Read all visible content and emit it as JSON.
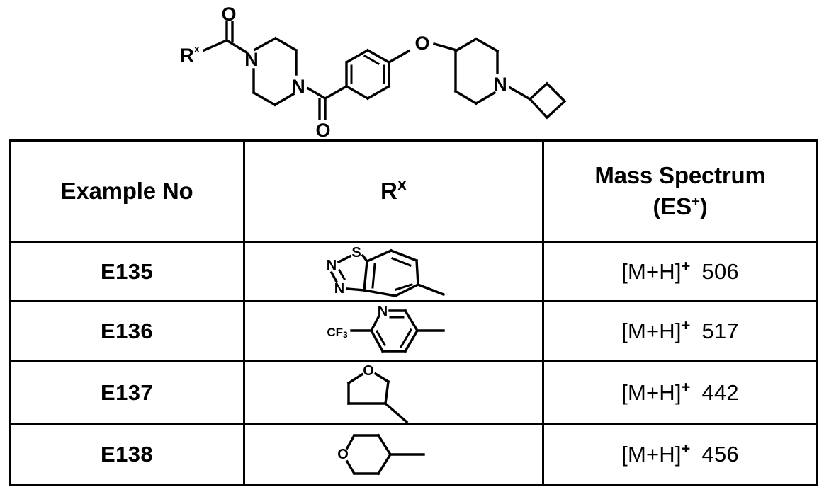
{
  "document": {
    "type": "patent-table-page",
    "background_color": "#ffffff",
    "ink_color": "#000000"
  },
  "scheme": {
    "name": "generic-structure-diagram",
    "description": "Rx-C(=O)-piperazine-C(=O)-phenyl-O-piperidine-N-cyclobutyl",
    "labels": {
      "r_group": "R",
      "r_group_superscript": "x",
      "oxygen_top": "O",
      "nitrogen_left": "N",
      "nitrogen_right": "N",
      "oxygen_bottom": "O",
      "ether_oxygen": "O",
      "piperidine_nitrogen": "N"
    }
  },
  "table": {
    "columns": [
      {
        "key": "example_no",
        "label": "Example No",
        "superscript": ""
      },
      {
        "key": "rx",
        "label": "R",
        "superscript": "X"
      },
      {
        "key": "mass_spectrum",
        "label": "Mass Spectrum",
        "sublabel_prefix": "(ES",
        "sublabel_superscript": "+",
        "sublabel_suffix": ")"
      }
    ],
    "rows": [
      {
        "example_no": "E135",
        "rx_structure": "5-methyl-benzo[1,2,3]thiadiazol-?-yl",
        "rx_atoms": [
          "S",
          "N",
          "N"
        ],
        "mass_species": "[M+H]",
        "mass_charge": "+",
        "mass_value": "506"
      },
      {
        "example_no": "E136",
        "rx_structure": "6-trifluoromethyl-pyridin-3-yl-methyl",
        "rx_atoms": [
          "N"
        ],
        "rx_substituent": "CF",
        "rx_substituent_sub": "3",
        "mass_species": "[M+H]",
        "mass_charge": "+",
        "mass_value": "517"
      },
      {
        "example_no": "E137",
        "rx_structure": "tetrahydrofuran-3-yl-methyl",
        "rx_atoms": [
          "O"
        ],
        "mass_species": "[M+H]",
        "mass_charge": "+",
        "mass_value": "442"
      },
      {
        "example_no": "E138",
        "rx_structure": "tetrahydropyran-4-yl",
        "rx_atoms": [
          "O"
        ],
        "mass_species": "[M+H]",
        "mass_charge": "+",
        "mass_value": "456"
      }
    ]
  }
}
